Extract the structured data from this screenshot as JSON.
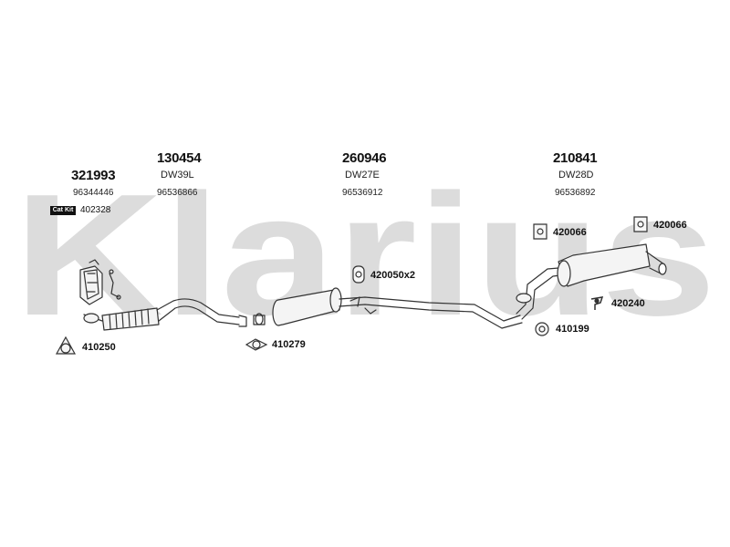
{
  "watermark": {
    "text": "Klarius",
    "color": "#dcdcdc"
  },
  "main_parts": [
    {
      "part_no": "321993",
      "code": "",
      "oem": "96344446"
    },
    {
      "part_no": "130454",
      "code": "DW39L",
      "oem": "96536866"
    },
    {
      "part_no": "260946",
      "code": "DW27E",
      "oem": "96536912"
    },
    {
      "part_no": "210841",
      "code": "DW28D",
      "oem": "96536892"
    }
  ],
  "cat_kit": {
    "label": "Cat Kit",
    "part_no": "402328"
  },
  "small_parts": [
    {
      "part_no": "410250",
      "icon": "gasket-triangle-icon"
    },
    {
      "part_no": "410279",
      "icon": "gasket-triangle-icon"
    },
    {
      "part_no": "420050x2",
      "icon": "rubber-hanger-icon"
    },
    {
      "part_no": "420066",
      "icon": "rubber-hanger-icon"
    },
    {
      "part_no": "420066",
      "icon": "rubber-hanger-icon"
    },
    {
      "part_no": "420240",
      "icon": "clamp-icon"
    },
    {
      "part_no": "410199",
      "icon": "ring-gasket-icon"
    }
  ],
  "colors": {
    "pipe_stroke": "#333333",
    "pipe_fill": "#f4f4f4",
    "text": "#111111"
  }
}
